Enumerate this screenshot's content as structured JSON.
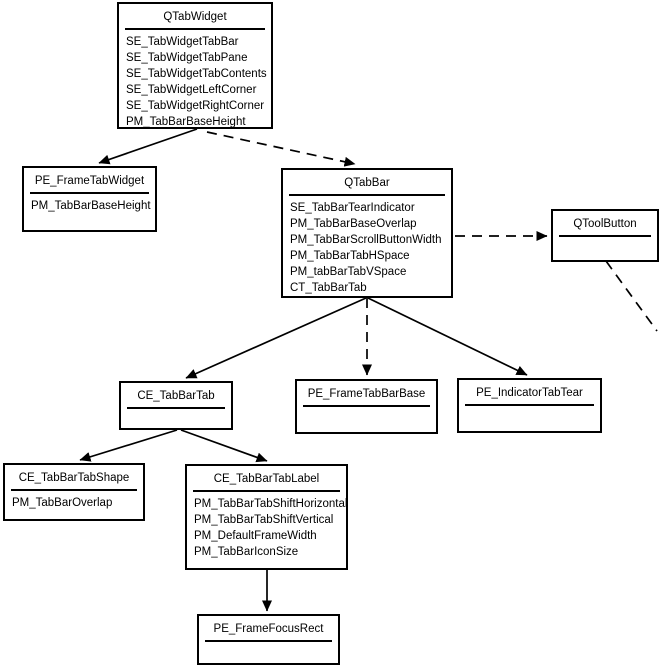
{
  "colors": {
    "line": "#000000",
    "background": "#ffffff",
    "text": "#000000"
  },
  "nodes": {
    "qtabwidget": {
      "title": "QTabWidget",
      "items": [
        "SE_TabWidgetTabBar",
        "SE_TabWidgetTabPane",
        "SE_TabWidgetTabContents",
        "SE_TabWidgetLeftCorner",
        "SE_TabWidgetRightCorner",
        "PM_TabBarBaseHeight"
      ]
    },
    "pe_frametabwidget": {
      "title": "PE_FrameTabWidget",
      "items": [
        "PM_TabBarBaseHeight"
      ]
    },
    "qtabbar": {
      "title": "QTabBar",
      "items": [
        "SE_TabBarTearIndicator",
        "PM_TabBarBaseOverlap",
        "PM_TabBarScrollButtonWidth",
        "PM_TabBarTabHSpace",
        "PM_tabBarTabVSpace",
        "CT_TabBarTab"
      ]
    },
    "qtoolbutton": {
      "title": "QToolButton",
      "items": []
    },
    "ce_tabbartab": {
      "title": "CE_TabBarTab",
      "items": []
    },
    "pe_frametabbarbase": {
      "title": "PE_FrameTabBarBase",
      "items": []
    },
    "pe_indicatortabtear": {
      "title": "PE_IndicatorTabTear",
      "items": []
    },
    "ce_tabbartabshape": {
      "title": "CE_TabBarTabShape",
      "items": [
        "PM_TabBarOverlap"
      ]
    },
    "ce_tabbartablabel": {
      "title": "CE_TabBarTabLabel",
      "items": [
        "PM_TabBarTabShiftHorizontal",
        "PM_TabBarTabShiftVertical",
        "PM_DefaultFrameWidth",
        "PM_TabBarIconSize"
      ]
    },
    "pe_framefocusrect": {
      "title": "PE_FrameFocusRect",
      "items": []
    }
  },
  "edges": [
    {
      "from": "QTabWidget",
      "to": "PE_FrameTabWidget",
      "style": "solid",
      "arrowhead": true
    },
    {
      "from": "QTabWidget",
      "to": "QTabBar",
      "style": "dashed",
      "arrowhead": true
    },
    {
      "from": "QTabBar",
      "to": "QToolButton",
      "style": "dashed",
      "arrowhead": true
    },
    {
      "from": "QToolButton",
      "to": "",
      "style": "dashed",
      "arrowhead": false,
      "note": "line exits bottom-right edge of image"
    },
    {
      "from": "QTabBar",
      "to": "CE_TabBarTab",
      "style": "solid",
      "arrowhead": true
    },
    {
      "from": "QTabBar",
      "to": "PE_FrameTabBarBase",
      "style": "dashed",
      "arrowhead": true
    },
    {
      "from": "QTabBar",
      "to": "PE_IndicatorTabTear",
      "style": "solid",
      "arrowhead": true
    },
    {
      "from": "CE_TabBarTab",
      "to": "CE_TabBarTabShape",
      "style": "solid",
      "arrowhead": true
    },
    {
      "from": "CE_TabBarTab",
      "to": "CE_TabBarTabLabel",
      "style": "solid",
      "arrowhead": true
    },
    {
      "from": "CE_TabBarTabLabel",
      "to": "PE_FrameFocusRect",
      "style": "solid",
      "arrowhead": true
    }
  ]
}
